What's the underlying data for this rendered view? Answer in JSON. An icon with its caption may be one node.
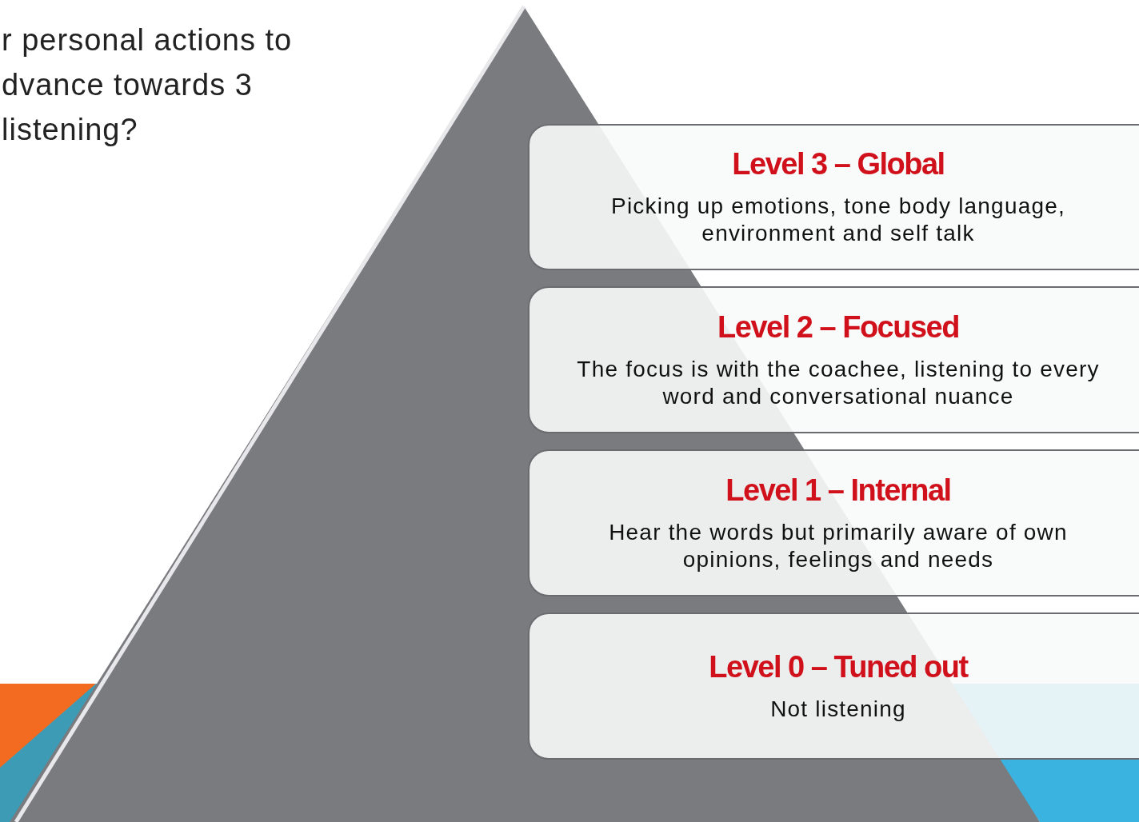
{
  "diagram": {
    "nodes": [
      {
        "text": [
          "Level 3 – Global",
          "Picking up emotions, tone body language, environment and self talk"
        ]
      },
      {
        "text": [
          "Level 2 – Focused",
          "The focus is with the coachee, listening to every word and conversational nuance"
        ]
      },
      {
        "text": [
          "Level 1 – Internal",
          "Hear the words but primarily aware of own opinions, feelings and needs"
        ]
      },
      {
        "text": [
          "Level 0 – Tuned out",
          "Not listening"
        ]
      }
    ],
    "labels": [
      "r personal actions to dvance towards 3 listening?"
    ]
  }
}
